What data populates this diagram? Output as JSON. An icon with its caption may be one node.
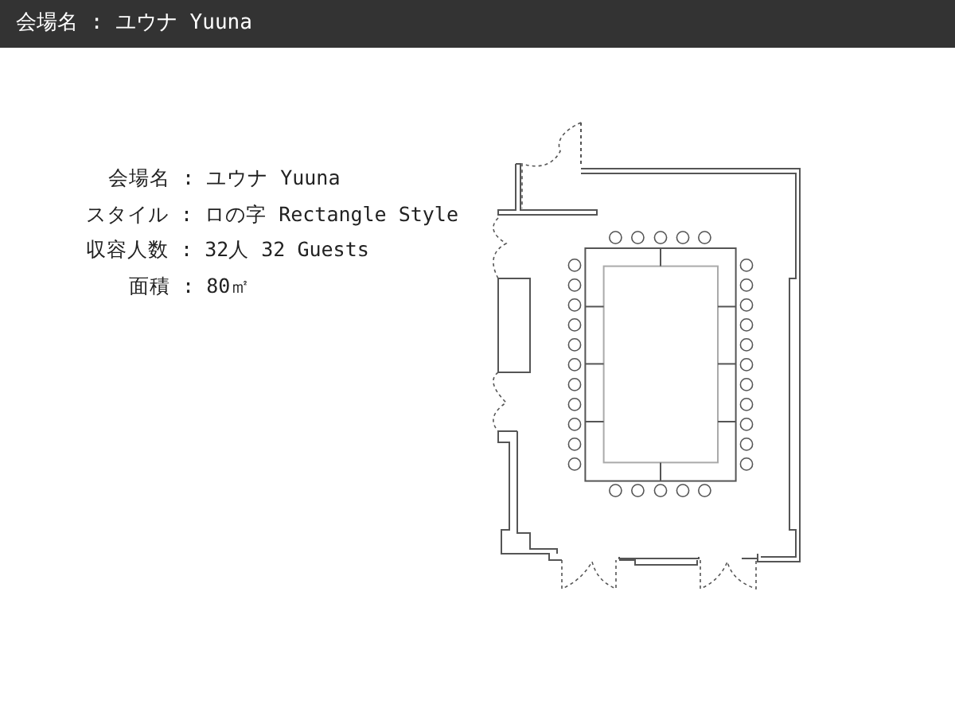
{
  "diagram": {
    "labels": [
      "会場名 : ユウナ Yuuna",
      "会場名 : ユウナ Yuuna",
      "スタイル : ロの字 Rectangle Style",
      "収容人数 : 32人 32 Guests",
      "面積 : 80㎡"
    ]
  }
}
